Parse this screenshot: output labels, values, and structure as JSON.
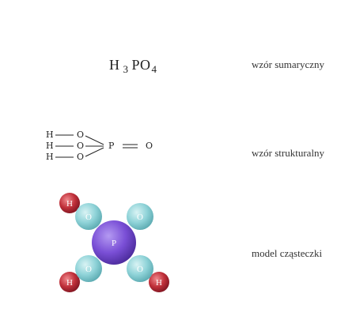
{
  "summary_formula": {
    "parts": [
      "H",
      "3",
      "PO",
      "4"
    ],
    "label": "wzór sumaryczny"
  },
  "structural_formula": {
    "hydrogens": [
      "H",
      "H",
      "H"
    ],
    "oxygens": [
      "O",
      "O",
      "O"
    ],
    "phosphorus": "P",
    "double_oxygen": "O",
    "label": "wzór strukturalny"
  },
  "molecule_model": {
    "phosphorus": "P",
    "oxygens": [
      "O",
      "O",
      "O",
      "O"
    ],
    "hydrogens": [
      "H",
      "H",
      "H"
    ],
    "label": "model cząsteczki",
    "colors": {
      "phosphorus": "#7a4fd6",
      "oxygen": "#8fd3d8",
      "hydrogen": "#c0303a"
    }
  }
}
